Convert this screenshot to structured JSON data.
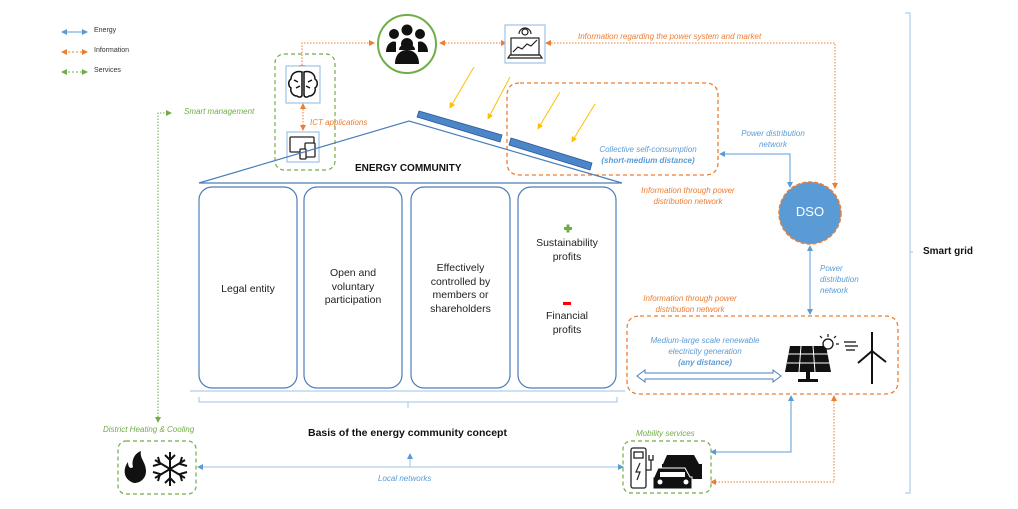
{
  "legend": {
    "items": [
      {
        "label": "Energy",
        "color": "#5B9BD5",
        "style": "solid"
      },
      {
        "label": "Information",
        "color": "#ED7D31",
        "style": "dotted"
      },
      {
        "label": "Services",
        "color": "#70AD47",
        "style": "dotted"
      }
    ]
  },
  "colors": {
    "energy": "#5B9BD5",
    "information": "#ED7D31",
    "services": "#70AD47",
    "structure": "#4A7EBB",
    "panel": "#4A86C8",
    "sunray": "#FFC000",
    "dso_fill": "#5B9BD5",
    "minus": "#FF0000",
    "plus": "#70AD47"
  },
  "icons": {
    "brain": "brain-icon",
    "devices": "devices-icon",
    "people": "people-group-icon",
    "analytics": "laptop-analytics-icon",
    "solar": "solar-panel-icon",
    "wind": "wind-turbine-icon",
    "flame": "flame-icon",
    "snowflake": "snowflake-icon",
    "charger": "ev-charger-icon",
    "cars": "cars-icon"
  },
  "labels": {
    "smart_management": "Smart management",
    "ict_applications": "ICT applications",
    "info_power_market": "Information regarding the power system and market",
    "collective_line1": "Collective self-consumption",
    "collective_line2": "(short-medium distance)",
    "power_dist_top_line1": "Power distribution",
    "power_dist_top_line2": "network",
    "info_through_1_line1": "Information through power",
    "info_through_1_line2": "distribution network",
    "dso": "DSO",
    "power_dist_right_line1": "Power",
    "power_dist_right_line2": "distribution",
    "power_dist_right_line3": "network",
    "info_through_2_line1": "Information through power",
    "info_through_2_line2": "distribution network",
    "renewable_line1": "Medium-large scale renewable",
    "renewable_line2": "electricity generation",
    "renewable_line3": "(any distance)",
    "smart_grid": "Smart grid",
    "energy_community": "ENERGY COMMUNITY",
    "basis": "Basis of the energy community concept",
    "district_heating": "District Heating & Cooling",
    "mobility": "Mobility services",
    "local_networks": "Local networks"
  },
  "pillars": [
    {
      "lines": [
        "Legal entity"
      ]
    },
    {
      "lines": [
        "Open and",
        "voluntary",
        "participation"
      ]
    },
    {
      "lines": [
        "Effectively",
        "controlled by",
        "members or",
        "shareholders"
      ]
    },
    {
      "plus": "+",
      "plus_lines": [
        "Sustainability",
        "profits"
      ],
      "minus": "-",
      "minus_lines": [
        "Financial",
        "profits"
      ]
    }
  ]
}
